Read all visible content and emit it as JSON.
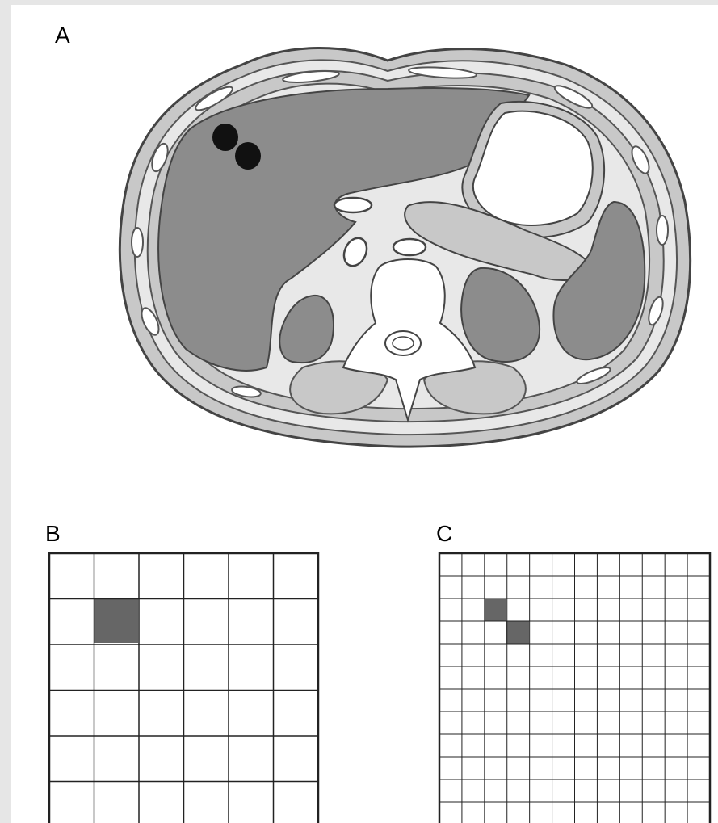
{
  "figure": {
    "panel_a": {
      "label": "A"
    },
    "panel_b": {
      "label": "B",
      "rows": 6,
      "cols": 6,
      "highlight": [
        [
          1,
          1
        ]
      ]
    },
    "panel_c": {
      "label": "C",
      "rows": 12,
      "cols": 12,
      "highlight": [
        [
          2,
          2
        ],
        [
          3,
          3
        ]
      ]
    }
  },
  "colors": {
    "background": "#e6e6e6",
    "panel": "#ffffff",
    "outline": "#444444",
    "tissue_light": "#e8e8e8",
    "tissue_mid": "#c8c8c8",
    "organ_dark": "#8c8c8c",
    "lesion": "#111111",
    "highlight_cell": "#666666"
  }
}
